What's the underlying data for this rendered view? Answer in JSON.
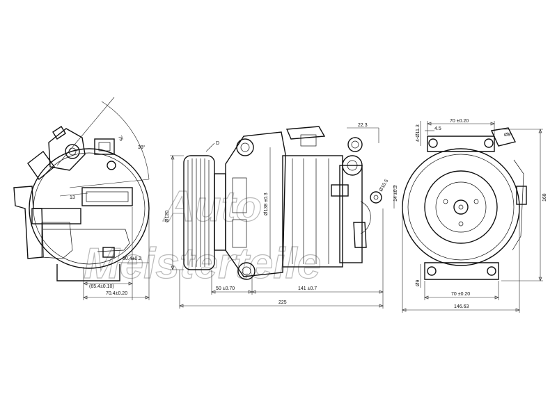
{
  "watermark": {
    "line1": "Auto",
    "line2": "Meisterteile"
  },
  "dimensions": {
    "left_view": {
      "d_angle_small": "13",
      "d_angle_75": "75",
      "d_angle_38": "38°",
      "d_30_4": "30.4±0.2",
      "d_65_4": "(65.4±0.10)",
      "d_70_4": "70.4±0.20"
    },
    "side_view": {
      "d_label_d": "D",
      "d_dia_120": "Ø120",
      "d_dia_138": "Ø138 ±0.3",
      "d_22_3": "22.3",
      "d_dia_10_5": "Ø10.5",
      "d_14_0_3": "14 ±0.3",
      "d_50": "50 ±0.70",
      "d_141": "141 ±0.7",
      "d_225": "225"
    },
    "right_view": {
      "d_4_dia_11_3": "4-Ø11.3",
      "d_4_5": "4.5",
      "d_70_top": "70 ±0.20",
      "d_dia_9_top": "Ø9",
      "d_168": "168",
      "d_dia_9_bottom": "Ø9",
      "d_70_bottom": "70 ±0.20",
      "d_146_63": "146.63"
    }
  }
}
